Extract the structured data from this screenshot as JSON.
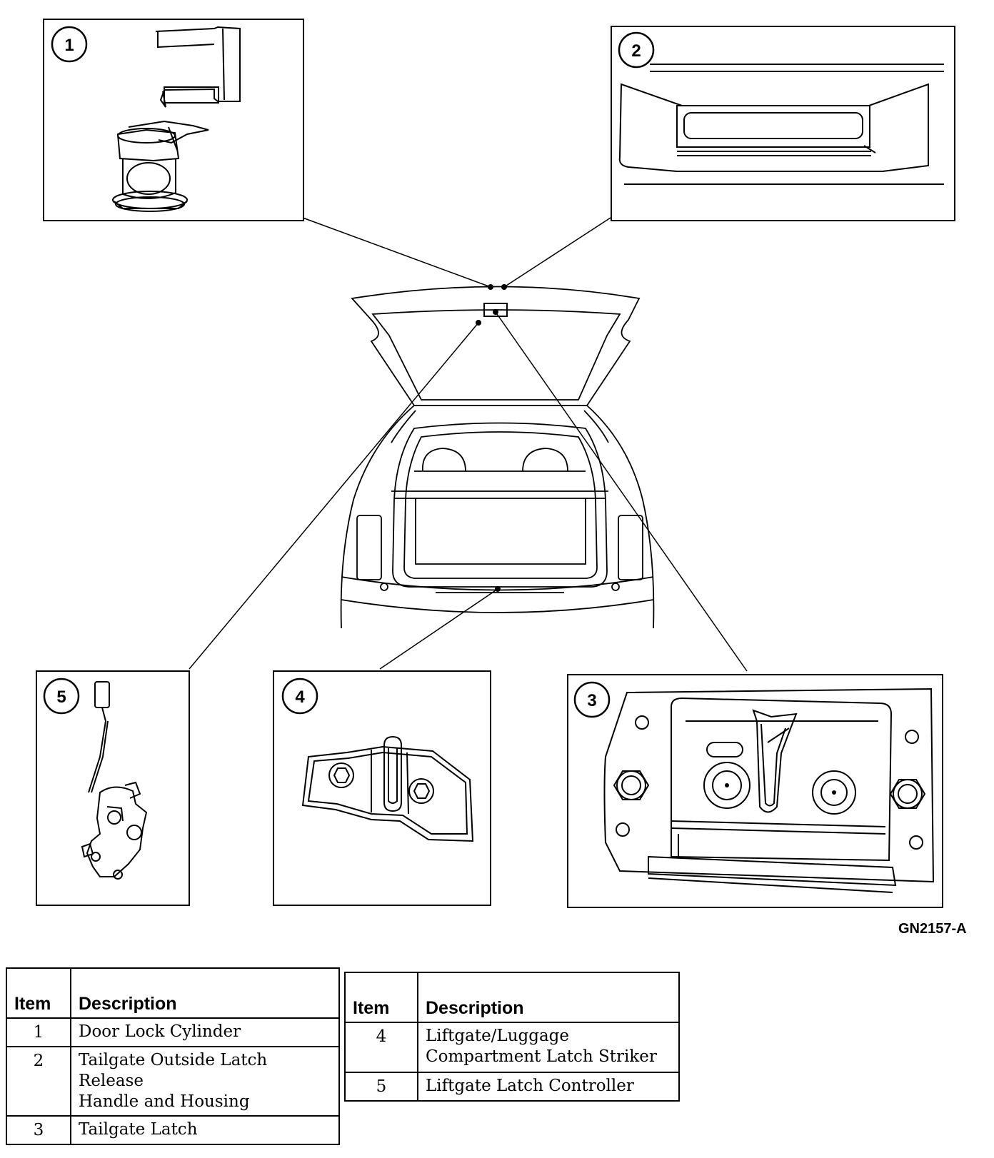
{
  "callouts": [
    {
      "num": "1",
      "name": "Door Lock Cylinder"
    },
    {
      "num": "2",
      "name": "Tailgate Outside Latch Release Handle and Housing"
    },
    {
      "num": "3",
      "name": "Tailgate Latch"
    },
    {
      "num": "4",
      "name": "Liftgate/Luggage Compartment Latch Striker"
    },
    {
      "num": "5",
      "name": "Liftgate Latch Controller"
    }
  ],
  "figure_code": "GN2157-A",
  "legend_left": {
    "header_item": "Item",
    "header_desc": "Description",
    "rows": [
      {
        "item": "1",
        "line1": "Door Lock Cylinder",
        "line2": ""
      },
      {
        "item": "2",
        "line1": "Tailgate Outside Latch Release",
        "line2": "Handle and Housing"
      },
      {
        "item": "3",
        "line1": "Tailgate Latch",
        "line2": ""
      }
    ]
  },
  "legend_right": {
    "header_item": "Item",
    "header_desc": "Description",
    "rows": [
      {
        "item": "4",
        "line1": "Liftgate/Luggage",
        "line2": "Compartment Latch Striker"
      },
      {
        "item": "5",
        "line1": "Liftgate Latch Controller",
        "line2": ""
      }
    ]
  }
}
